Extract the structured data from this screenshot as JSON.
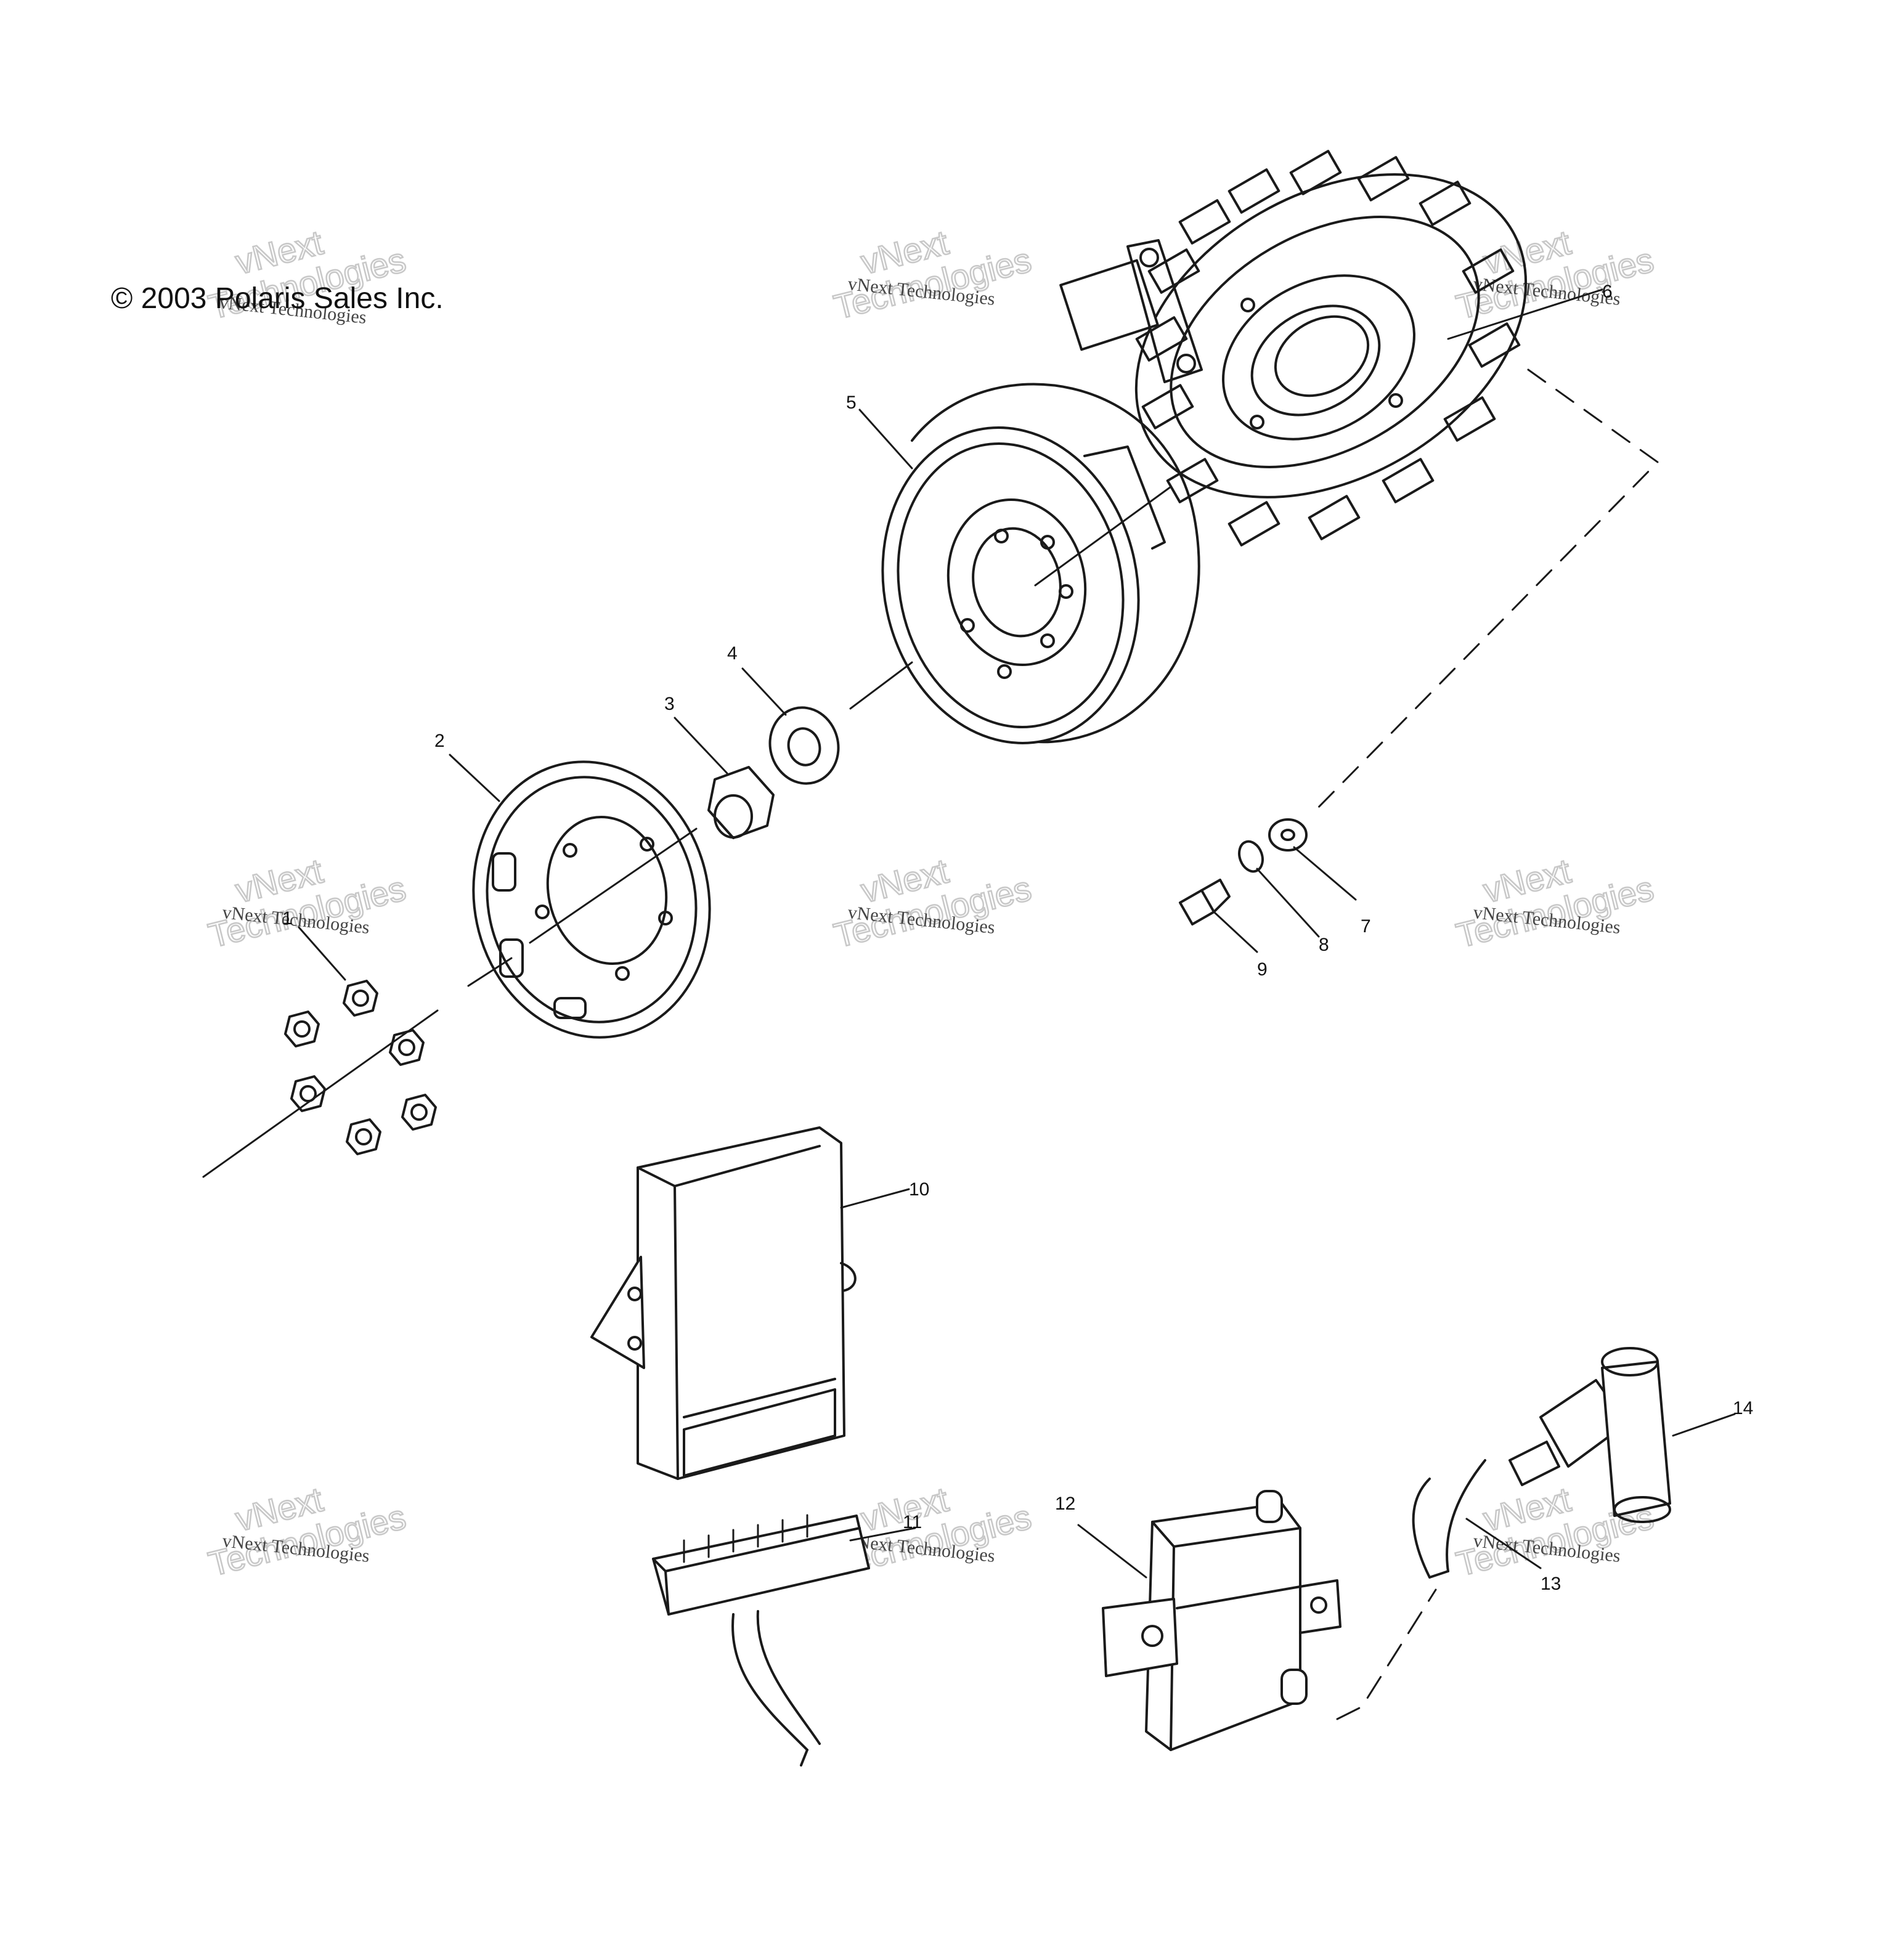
{
  "copyright": "© 2003 Polaris Sales Inc.",
  "watermark": {
    "small": "vNext Technologies",
    "large_top": "vNext",
    "large_bottom": "Technologies"
  },
  "callouts": [
    "1",
    "2",
    "3",
    "4",
    "5",
    "6",
    "7",
    "8",
    "9",
    "10",
    "11",
    "12",
    "13",
    "14"
  ],
  "colors": {
    "ink": "#1a1a1a",
    "background": "#ffffff",
    "watermark": "#c8c8c8"
  }
}
